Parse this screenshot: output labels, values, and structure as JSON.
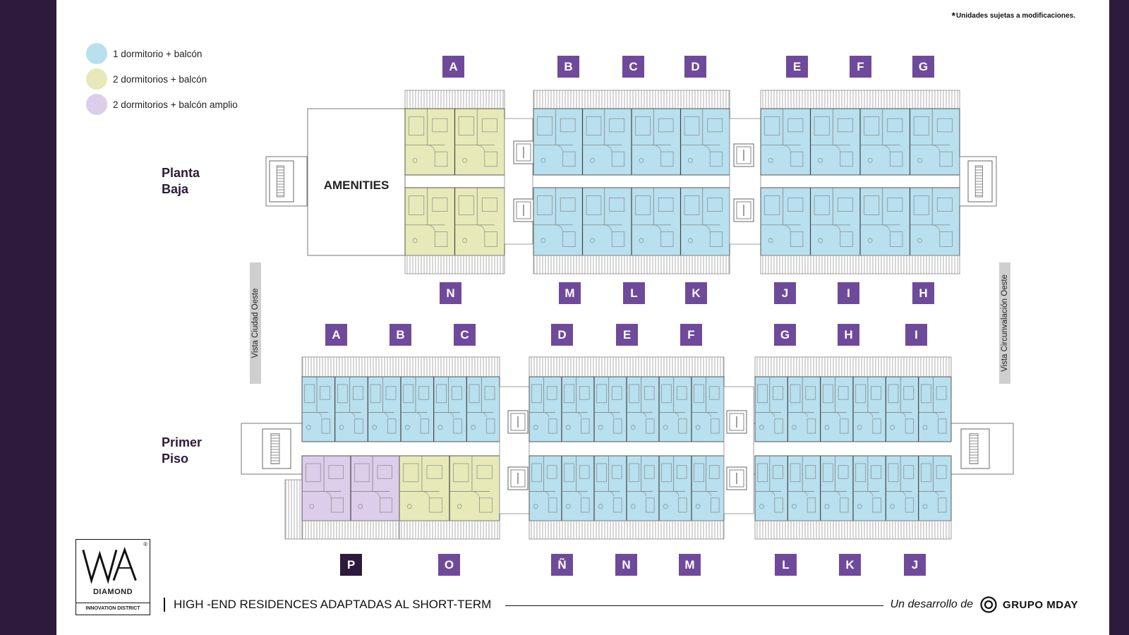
{
  "note": "Unidades sujetas a modificaciones.",
  "legend": [
    {
      "label": "1 dormitorio + balcón",
      "color": "#b8e0ee"
    },
    {
      "label": "2 dormitorios + balcón",
      "color": "#e7eab8"
    },
    {
      "label": "2 dormitorios + balcón amplio",
      "color": "#dccdea"
    }
  ],
  "planta_baja": {
    "title_line1": "Planta",
    "title_line2": "Baja",
    "amenities": "AMENITIES",
    "top_units": [
      "A",
      "B",
      "C",
      "D",
      "E",
      "F",
      "G"
    ],
    "bottom_units": [
      "N",
      "M",
      "L",
      "K",
      "J",
      "I",
      "H"
    ]
  },
  "primer_piso": {
    "title_line1": "Primer",
    "title_line2": "Piso",
    "top_units": [
      "A",
      "B",
      "C",
      "D",
      "E",
      "F",
      "G",
      "H",
      "I"
    ],
    "bottom_units": [
      "P",
      "O",
      "Ñ",
      "N",
      "M",
      "L",
      "K",
      "J"
    ]
  },
  "side_labels": {
    "left": "Vista Ciudad Oeste",
    "right": "Vista Circunvalación Oeste"
  },
  "logo": {
    "brand": "DIAMOND",
    "sub": "INNOVATION DISTRICT",
    "reg": "®"
  },
  "tagline": "HIGH -END RESIDENCES ADAPTADAS AL SHORT-TERM",
  "developer": {
    "prefix": "Un desarrollo de",
    "name": "GRUPO MDAY"
  },
  "colors": {
    "sidebar": "#2e1a3c",
    "tag": "#6f4a9a",
    "tag_highlight": "#2e1a3c",
    "blue": "#b8e0ee",
    "yellow": "#e7eab8",
    "purple": "#dccdea"
  }
}
